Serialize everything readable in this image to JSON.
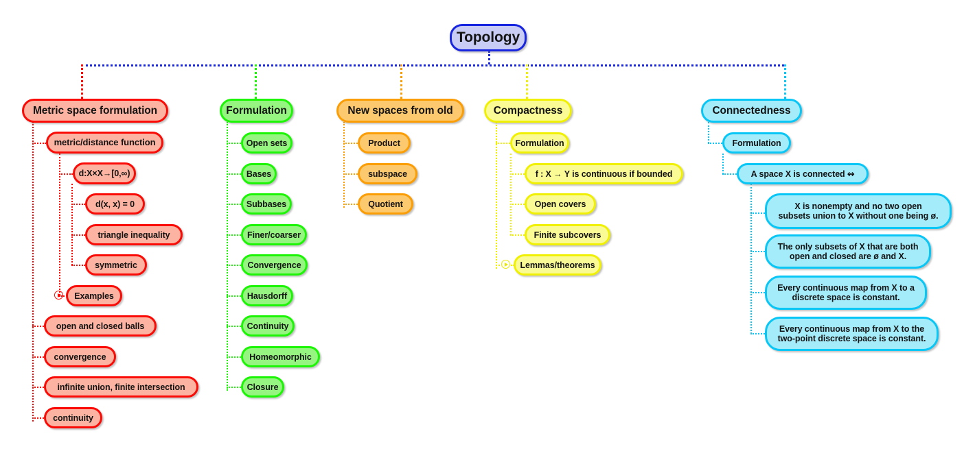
{
  "diagram": {
    "title": "Topology",
    "type": "mind-map",
    "root": {
      "label": "Topology",
      "color": "#1724e0",
      "fill": "#c9cdf5"
    },
    "trunk_color": "#1724e0",
    "branches": [
      {
        "id": "metric-space-formulation",
        "label": "Metric space formulation",
        "color": "#fb0b06",
        "fill": "#fcb3a1",
        "children": [
          {
            "label": "metric/distance function",
            "children": [
              {
                "label": "d:X×X→[0,∞)",
                "children": [
                  {
                    "label": "d(x, x) = 0"
                  },
                  {
                    "label": "triangle inequality"
                  },
                  {
                    "label": "symmetric"
                  }
                ]
              },
              {
                "label": "Examples",
                "collapsed": true
              }
            ]
          },
          {
            "label": "open and closed balls"
          },
          {
            "label": "convergence"
          },
          {
            "label": "infinite union, finite intersection"
          },
          {
            "label": "continuity"
          }
        ]
      },
      {
        "id": "formulation",
        "label": "Formulation",
        "color": "#1cf505",
        "fill": "#96f581",
        "children": [
          {
            "label": "Open sets"
          },
          {
            "label": "Bases"
          },
          {
            "label": "Subbases"
          },
          {
            "label": "Finer/coarser"
          },
          {
            "label": "Convergence"
          },
          {
            "label": "Hausdorff"
          },
          {
            "label": "Continuity"
          },
          {
            "label": "Homeomorphic"
          },
          {
            "label": "Closure"
          }
        ]
      },
      {
        "id": "new-spaces-from-old",
        "label": "New spaces from old",
        "color": "#fb9d05",
        "fill": "#fdc96f",
        "children": [
          {
            "label": "Product"
          },
          {
            "label": "subspace"
          },
          {
            "label": "Quotient"
          }
        ]
      },
      {
        "id": "compactness",
        "label": "Compactness",
        "color": "#f0f005",
        "fill": "#fbfb96",
        "children": [
          {
            "label": "Formulation",
            "children": [
              {
                "label": "f : X → Y is continuous if bounded"
              },
              {
                "label": "Open covers"
              },
              {
                "label": "Finite subcovers"
              }
            ]
          },
          {
            "label": "Lemmas/theorems",
            "collapsed": true
          }
        ]
      },
      {
        "id": "connectedness",
        "label": "Connectedness",
        "color": "#08c6f5",
        "fill": "#a5ecfb",
        "children": [
          {
            "label": "Formulation",
            "children": [
              {
                "label": "A space X is connected ↭",
                "children": [
                  {
                    "label": "X is nonempty and no two open\nsubsets union to X without one being ø."
                  },
                  {
                    "label": "The only subsets of X that are both\nopen and closed are ø and X."
                  },
                  {
                    "label": "Every continuous map from X to a\ndiscrete space is constant."
                  },
                  {
                    "label": "Every continuous map from X to the\ntwo-point discrete space is constant."
                  }
                ]
              }
            ]
          }
        ]
      }
    ]
  },
  "nodes": {
    "root": "Topology",
    "r0": "Metric space formulation",
    "r1": "metric/distance function",
    "r2": "d:X×X→[0,∞)",
    "r3": "d(x, x) = 0",
    "r4": "triangle inequality",
    "r5": "symmetric",
    "r6": "Examples",
    "r7": "open and closed balls",
    "r8": "convergence",
    "r9": "infinite union, finite intersection",
    "r10": "continuity",
    "g0": "Formulation",
    "g1": "Open sets",
    "g2": "Bases",
    "g3": "Subbases",
    "g4": "Finer/coarser",
    "g5": "Convergence",
    "g6": "Hausdorff",
    "g7": "Continuity",
    "g8": "Homeomorphic",
    "g9": "Closure",
    "o0": "New spaces from old",
    "o1": "Product",
    "o2": "subspace",
    "o3": "Quotient",
    "y0": "Compactness",
    "y1": "Formulation",
    "y2": "f : X → Y is continuous if bounded",
    "y3": "Open covers",
    "y4": "Finite subcovers",
    "y5": "Lemmas/theorems",
    "c0": "Connectedness",
    "c1": "Formulation",
    "c2": "A space X is connected ↭",
    "c3": "X is nonempty and no two open\nsubsets union to X without one being ø.",
    "c4": "The only subsets of X that are both\nopen and closed are ø and X.",
    "c5": "Every continuous map from X to a\ndiscrete space is constant.",
    "c6": "Every continuous map from X to the\ntwo-point discrete space is constant."
  }
}
